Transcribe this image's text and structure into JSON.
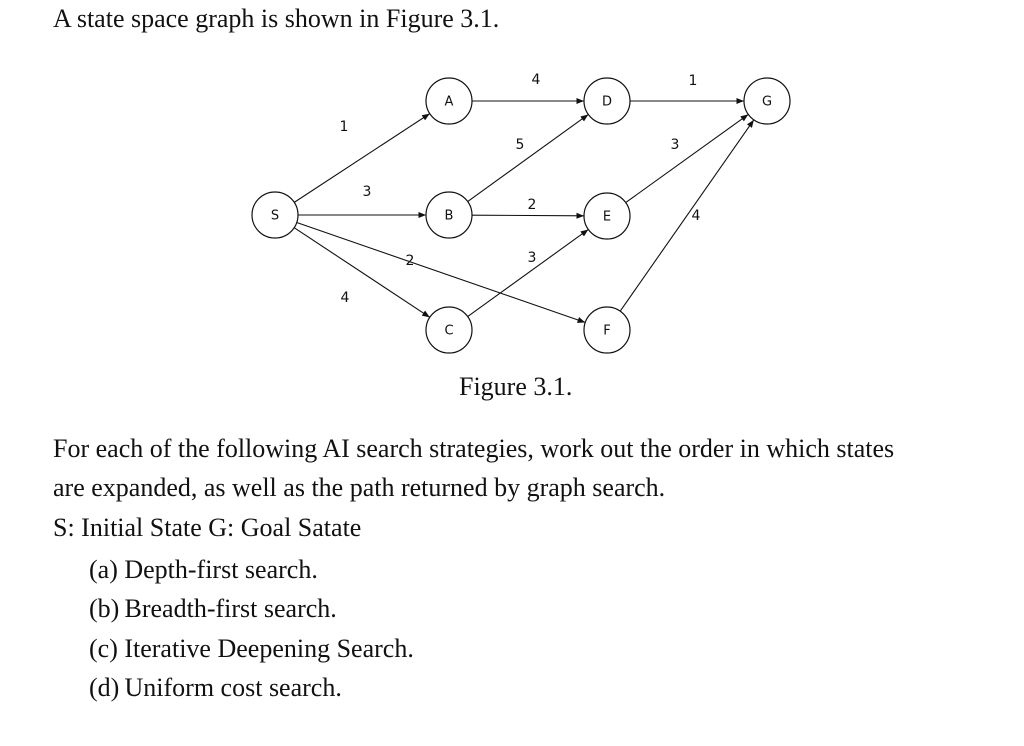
{
  "intro": "A state space graph is shown in Figure 3.1.",
  "figure": {
    "caption": "Figure 3.1.",
    "nodes": [
      {
        "id": "S",
        "label": "S"
      },
      {
        "id": "A",
        "label": "A"
      },
      {
        "id": "B",
        "label": "B"
      },
      {
        "id": "C",
        "label": "C"
      },
      {
        "id": "D",
        "label": "D"
      },
      {
        "id": "E",
        "label": "E"
      },
      {
        "id": "F",
        "label": "F"
      },
      {
        "id": "G",
        "label": "G"
      }
    ],
    "edges": [
      {
        "from": "S",
        "to": "A",
        "weight": "1"
      },
      {
        "from": "S",
        "to": "B",
        "weight": "3"
      },
      {
        "from": "S",
        "to": "C",
        "weight": "4"
      },
      {
        "from": "S",
        "to": "F",
        "weight": "2"
      },
      {
        "from": "A",
        "to": "D",
        "weight": "4"
      },
      {
        "from": "B",
        "to": "D",
        "weight": "5"
      },
      {
        "from": "B",
        "to": "E",
        "weight": "2"
      },
      {
        "from": "C",
        "to": "E",
        "weight": "3"
      },
      {
        "from": "D",
        "to": "G",
        "weight": "1"
      },
      {
        "from": "E",
        "to": "G",
        "weight": "3"
      },
      {
        "from": "F",
        "to": "G",
        "weight": "4"
      }
    ]
  },
  "question": {
    "line1": "For each of the following AI search strategies, work out the order in which states",
    "line2": "are expanded, as well as the path returned by graph search.",
    "states": "S: Initial State G: Goal Satate",
    "items": [
      "(a) Depth-first search.",
      "(b) Breadth-first search.",
      "(c) Iterative Deepening Search.",
      "(d) Uniform cost search."
    ]
  }
}
